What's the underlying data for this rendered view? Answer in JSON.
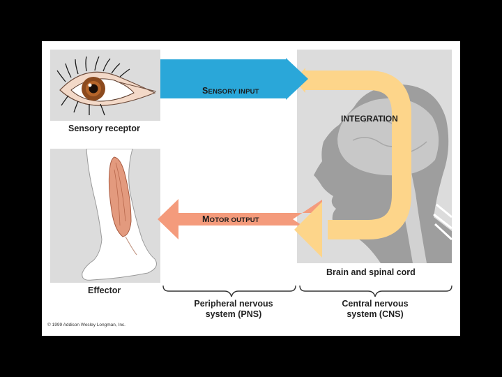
{
  "labels": {
    "sensory_receptor": "Sensory receptor",
    "effector": "Effector",
    "sensory_input_initial": "S",
    "sensory_input_rest": "ENSORY INPUT",
    "motor_output_initial": "M",
    "motor_output_rest": "OTOR OUTPUT",
    "integration": "INTEGRATION",
    "brain_spinal_cord": "Brain and spinal cord",
    "pns_line1": "Peripheral nervous",
    "pns_line2": "system (PNS)",
    "cns_line1": "Central nervous",
    "cns_line2": "system (CNS)",
    "copyright": "© 1999 Addison Wesley Longman, Inc."
  },
  "colors": {
    "background": "#000000",
    "figure": "#ffffff",
    "panel": "#dcdcdc",
    "sensory_arrow": "#2aa7d9",
    "motor_arrow": "#f49b7c",
    "integration_loop": "#fdd58a",
    "head_silhouette": "#9e9e9e",
    "brain": "#c8c8c8"
  }
}
